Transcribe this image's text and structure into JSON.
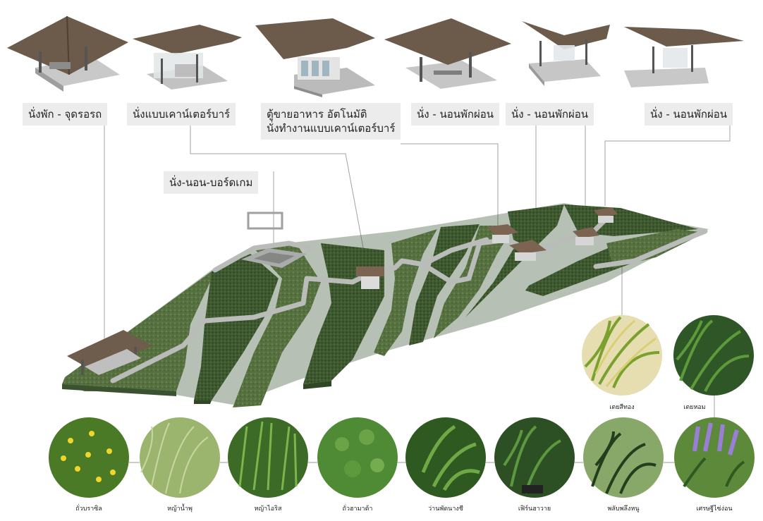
{
  "zone_labels": [
    {
      "id": "rest-stop",
      "text": "นั่งพัก - จุดรอรถ"
    },
    {
      "id": "counter-bar",
      "text": "นั่งแบบเคาน์เตอร์บาร์"
    },
    {
      "id": "vending",
      "line1": "ตู้ขายอาหาร  อัตโนมัติ",
      "line2": "นั่งทำงานแบบเคาน์เตอร์บาร์"
    },
    {
      "id": "relax-1",
      "text": "นั่ง - นอนพักผ่อน"
    },
    {
      "id": "relax-2",
      "text": "นั่ง - นอนพักผ่อน"
    },
    {
      "id": "relax-3",
      "text": "นั่ง - นอนพักผ่อน"
    },
    {
      "id": "boardgame",
      "text": "นั่ง-นอน-บอร์ดเกม"
    }
  ],
  "plants_right": [
    {
      "id": "golden-pandan",
      "name": "เตยสีทอง"
    },
    {
      "id": "fragrant-pandan",
      "name": "เตยหอม"
    }
  ],
  "plants_bottom": [
    {
      "id": "arachis",
      "name": "ถั่วบราซิล"
    },
    {
      "id": "fountain-grass",
      "name": "หญ้าน้ำพุ"
    },
    {
      "id": "iris-grass",
      "name": "หญ้าไอริส"
    },
    {
      "id": "hamata",
      "name": "ถั่วฮามาต้า"
    },
    {
      "id": "peace-lily",
      "name": "ว่านพัดนางชี"
    },
    {
      "id": "fern",
      "name": "เฟิร์นฮาวาย"
    },
    {
      "id": "mondo",
      "name": "พลับพลึงหนู"
    },
    {
      "id": "liriope",
      "name": "เศรษฐีไซ่ง่อน"
    }
  ],
  "colors": {
    "lawn": "#556f45",
    "lawn_dark": "#3b5430",
    "path": "#b5b8b6",
    "roof": "#6b5a4c",
    "label_bg": "#ececec",
    "leader": "#9a9a9a"
  }
}
